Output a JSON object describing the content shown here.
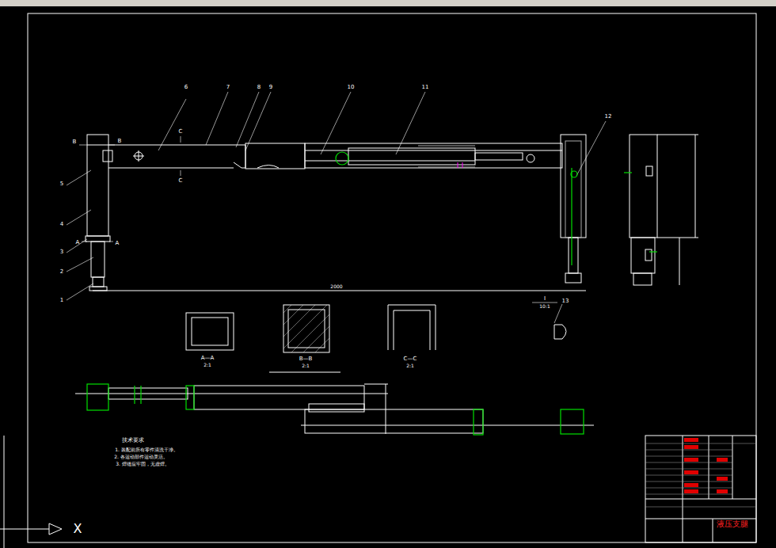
{
  "diagram": {
    "labels": [
      "6",
      "7",
      "8",
      "9",
      "10",
      "11",
      "12",
      "5",
      "4",
      "3",
      "2",
      "1",
      "13",
      "B",
      "B",
      "C",
      "C",
      "A",
      "A",
      "2000",
      "I",
      "10:1",
      "A—A",
      "2:1",
      "B—B",
      "2:1",
      "C—C",
      "2:1",
      "技术要求",
      "1. 装配前所有零件清洗干净。",
      "2. 各运动部件运动灵活。",
      "3. 焊缝应牢固，无虚焊。",
      "液压支腿",
      "X"
    ]
  }
}
